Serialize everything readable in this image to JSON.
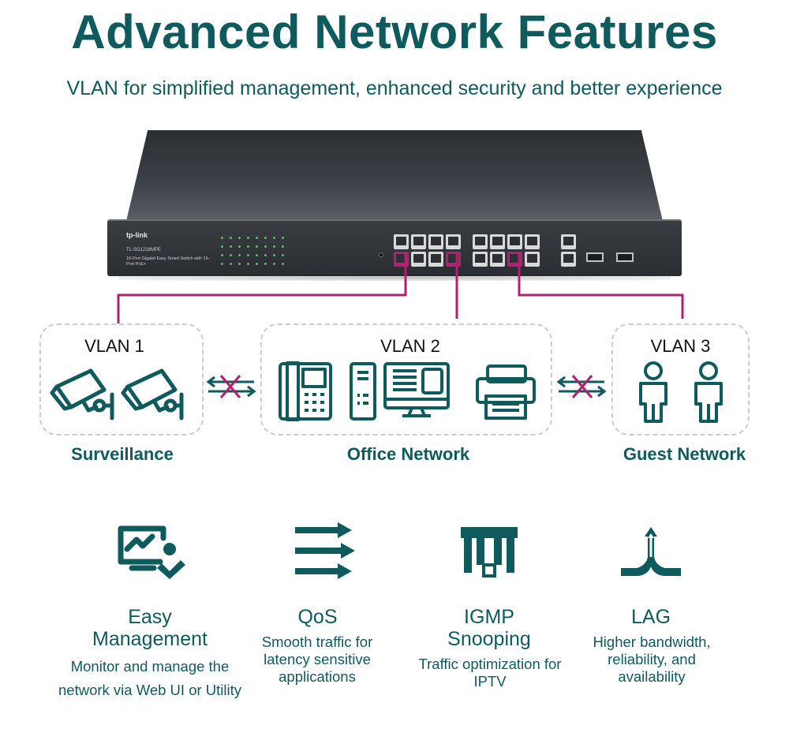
{
  "title": "Advanced Network Features",
  "subtitle": "VLAN for simplified management, enhanced security and better experience",
  "switch": {
    "brand": "tp-link",
    "model": "TL-SG1218MPE",
    "description": "16-Port Gigabit Easy Smart Switch with 16-Port PoE+"
  },
  "vlans": [
    {
      "label": "VLAN 1",
      "network": "Surveillance"
    },
    {
      "label": "VLAN 2",
      "network": "Office Network"
    },
    {
      "label": "VLAN 3",
      "network": "Guest Network"
    }
  ],
  "features": [
    {
      "title": "Easy Management",
      "description": "Monitor and manage the network via Web UI or Utility",
      "icon": "monitor-check-icon"
    },
    {
      "title": "QoS",
      "description": "Smooth traffic for latency sensitive applications",
      "icon": "arrows-icon"
    },
    {
      "title": "IGMP Snooping",
      "description": "Traffic optimization for IPTV",
      "icon": "multicast-icon"
    },
    {
      "title": "LAG",
      "description": "Higher bandwidth, reliability, and availability",
      "icon": "aggregation-icon"
    }
  ],
  "colors": {
    "brand": "#0f5a5d",
    "link": "#b3206e",
    "block": "#b3206e"
  }
}
